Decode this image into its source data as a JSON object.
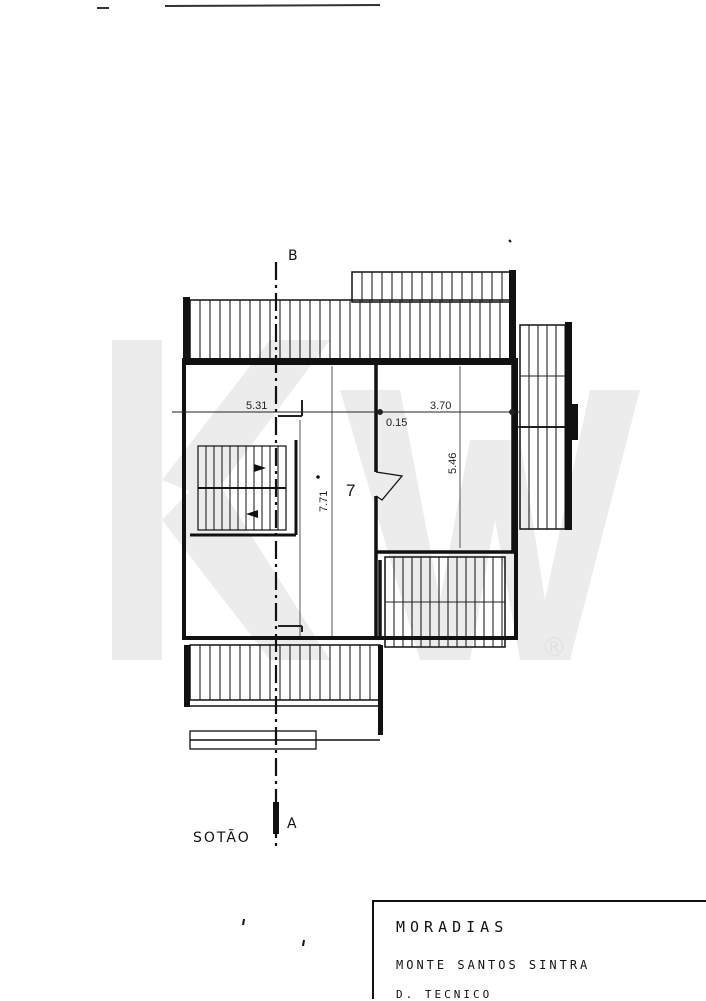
{
  "plan": {
    "floor_label": "SOTÃO",
    "section_top": "B",
    "section_bottom": "A",
    "room_number": "7",
    "dimensions": {
      "width_left": "5.31",
      "width_right": "3.70",
      "wall": "0.15",
      "height_left": "7.71",
      "height_right": "5.46"
    },
    "watermark_registered": "®"
  },
  "title_block": {
    "line1": "MORADIAS",
    "line2": "MONTE SANTOS SINTRA",
    "line3": "D. TECNICO"
  }
}
